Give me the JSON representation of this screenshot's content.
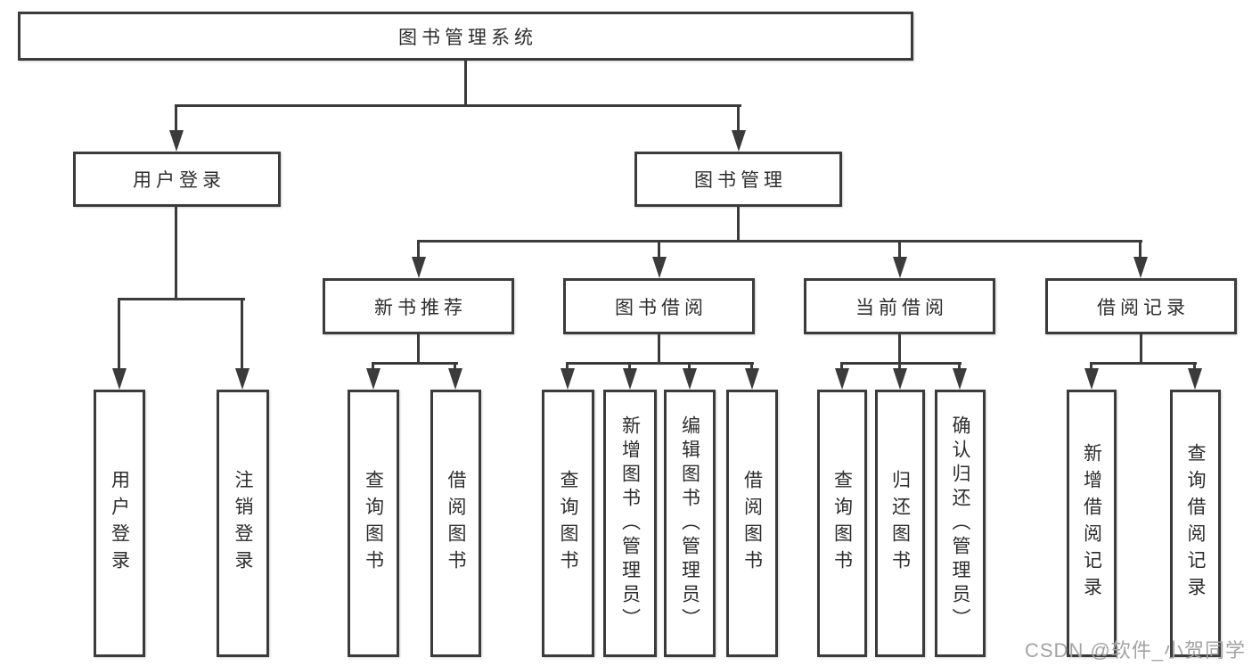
{
  "tree": {
    "root": {
      "label": "图书管理系统"
    },
    "branches": [
      {
        "label": "用户登录",
        "children": [
          {
            "label": "用户登录"
          },
          {
            "label": "注销登录"
          }
        ]
      },
      {
        "label": "图书管理",
        "children": [
          {
            "label": "新书推荐",
            "children": [
              {
                "label": "查询图书"
              },
              {
                "label": "借阅图书"
              }
            ]
          },
          {
            "label": "图书借阅",
            "children": [
              {
                "label": "查询图书"
              },
              {
                "label": "新增图书（管理员）"
              },
              {
                "label": "编辑图书（管理员）"
              },
              {
                "label": "借阅图书"
              }
            ]
          },
          {
            "label": "当前借阅",
            "children": [
              {
                "label": "查询图书"
              },
              {
                "label": "归还图书"
              },
              {
                "label": "确认归还（管理员）"
              }
            ]
          },
          {
            "label": "借阅记录",
            "children": [
              {
                "label": "新增借阅记录"
              },
              {
                "label": "查询借阅记录"
              }
            ]
          }
        ]
      }
    ]
  },
  "watermark": {
    "text": "CSDN @软件_小贺同学"
  },
  "colors": {
    "line": "#3b3b3b",
    "text": "#2d2d2d",
    "watermark": "#a3a3a3",
    "background": "#ffffff",
    "box_fill": "#ffffff"
  }
}
